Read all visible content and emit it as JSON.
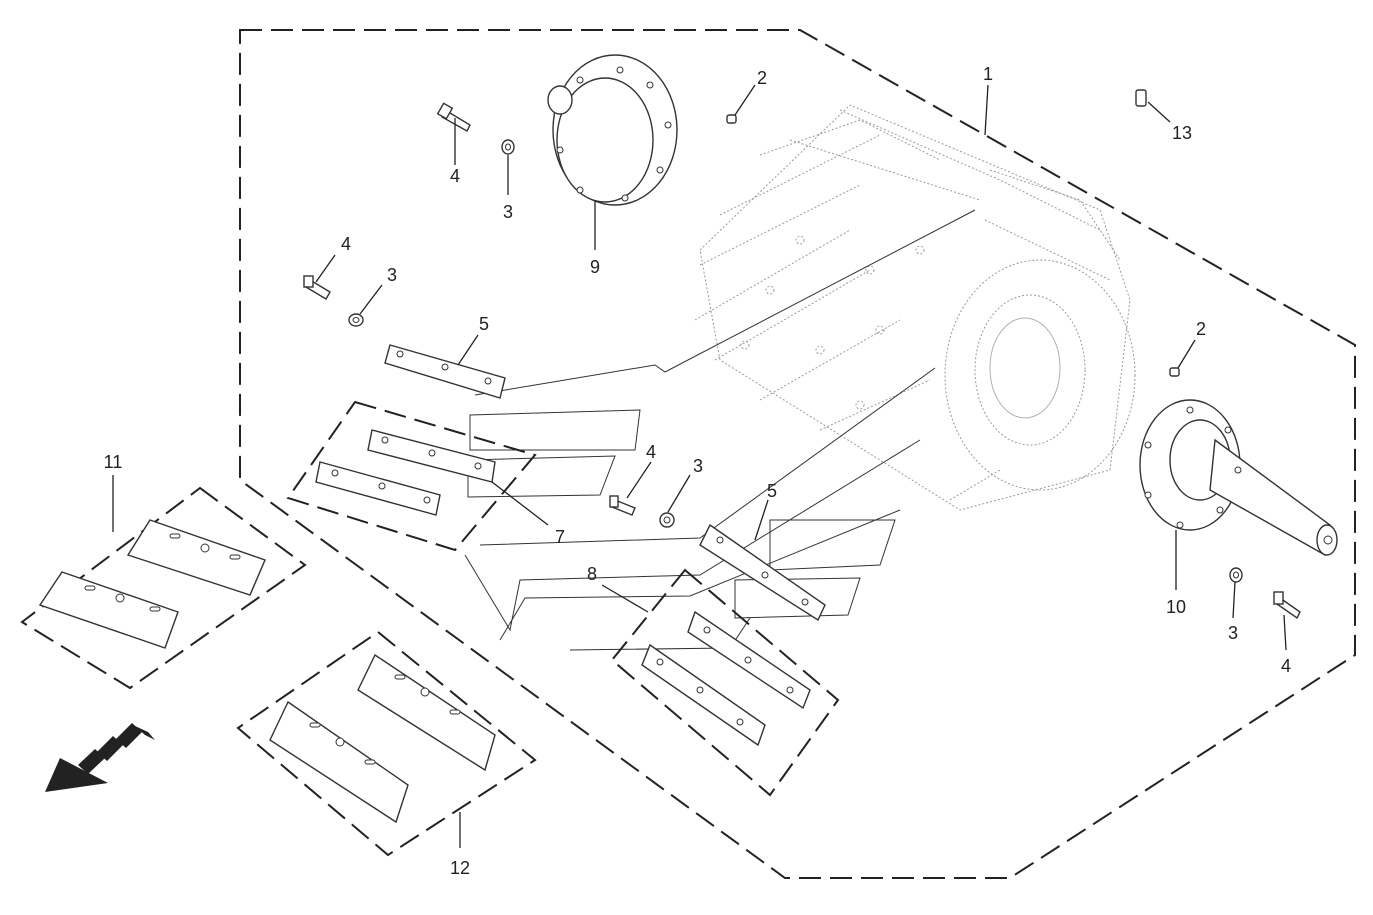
{
  "callouts": {
    "c1": "1",
    "c2a": "2",
    "c2b": "2",
    "c3a": "3",
    "c3b": "3",
    "c3c": "3",
    "c3d": "3",
    "c4a": "4",
    "c4b": "4",
    "c4c": "4",
    "c4d": "4",
    "c5a": "5",
    "c5b": "5",
    "c7": "7",
    "c8": "8",
    "c9": "9",
    "c10": "10",
    "c11": "11",
    "c12": "12",
    "c13": "13"
  },
  "icons": {
    "direction_arrow": "front-direction-arrow-icon"
  }
}
